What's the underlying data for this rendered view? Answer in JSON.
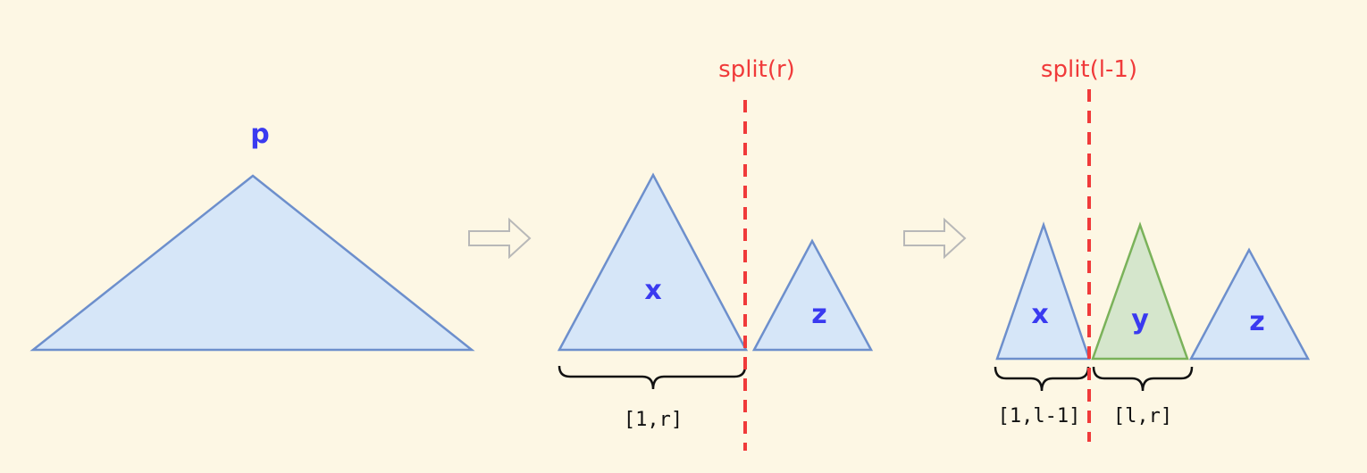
{
  "labels": {
    "p": "p",
    "x1": "x",
    "z1": "z",
    "x2": "x",
    "y2": "y",
    "z2": "z"
  },
  "splits": {
    "first": "split(r)",
    "second": "split(l-1)"
  },
  "ranges": {
    "first": "[1,r]",
    "second_left": "[1,l-1]",
    "second_right": "[l,r]"
  },
  "colors": {
    "blue_fill": "#d6e6f8",
    "blue_stroke": "#6d8fcc",
    "green_fill": "#d5e6cc",
    "green_stroke": "#7ab25a",
    "split": "#f03a3a",
    "background": "#fdf7e4"
  }
}
